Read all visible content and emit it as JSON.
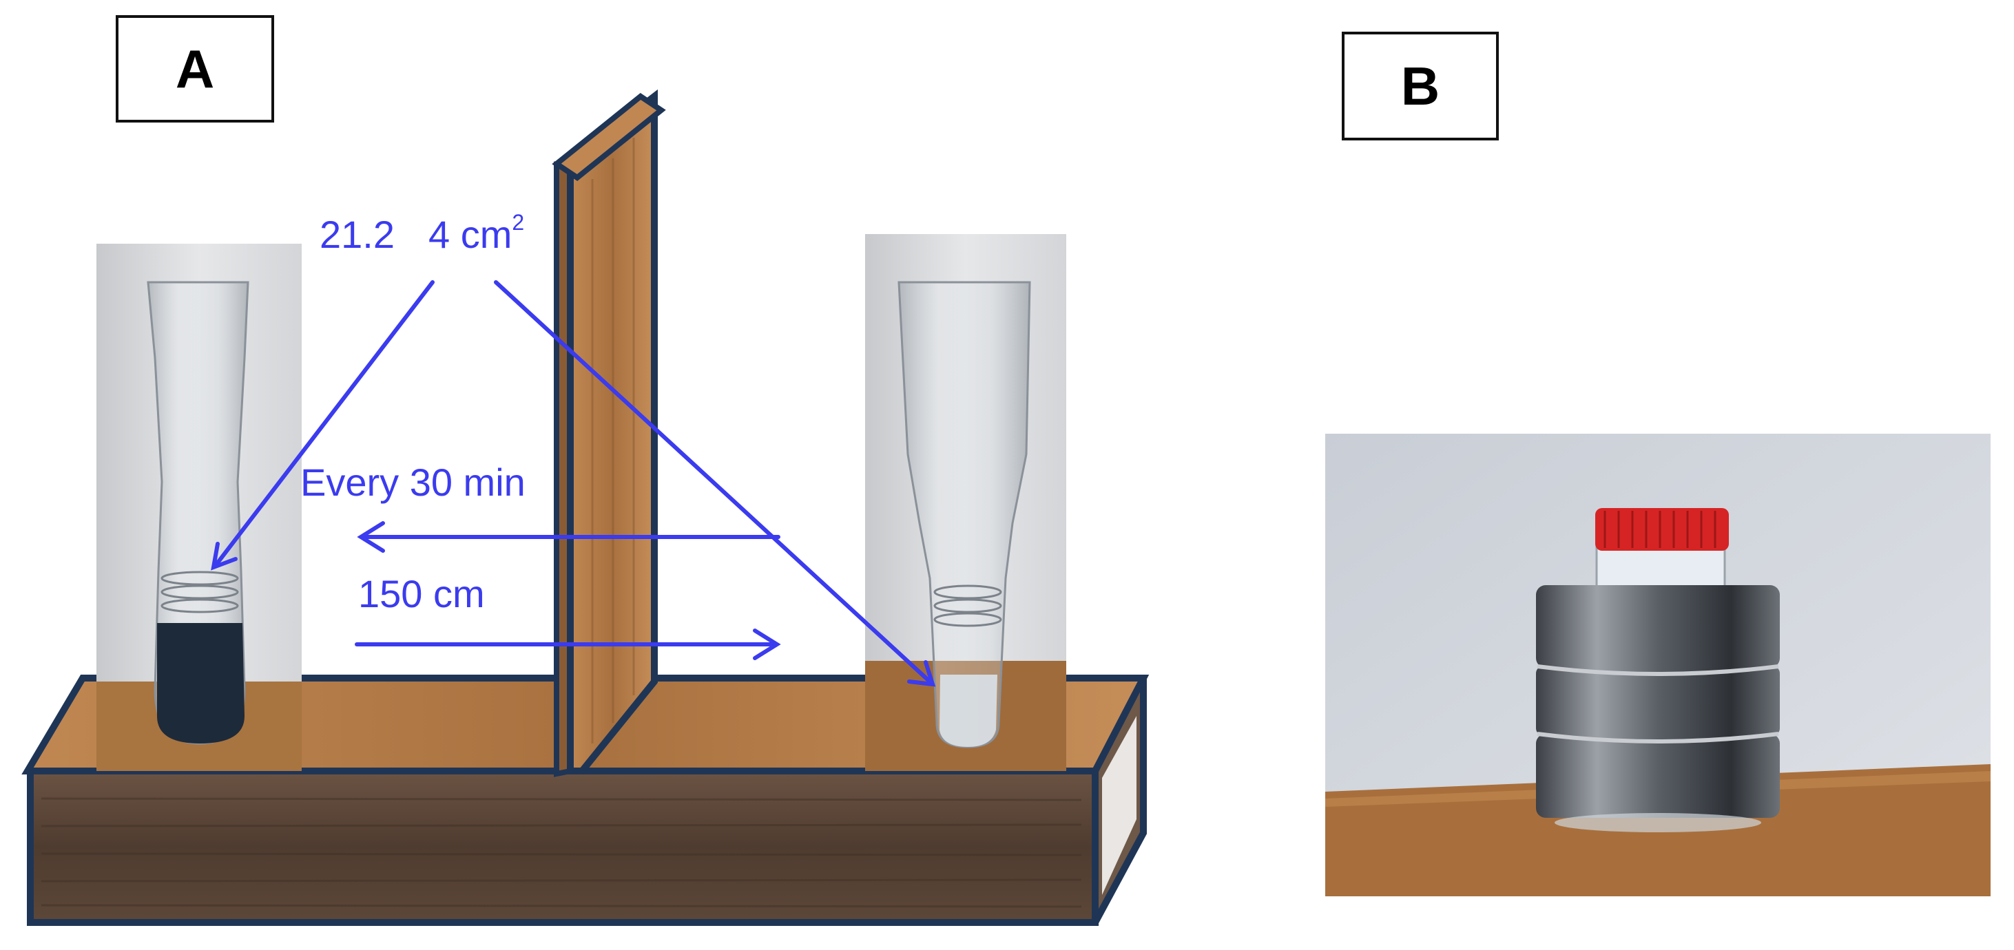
{
  "panels": {
    "a": {
      "label": "A"
    },
    "b": {
      "label": "B"
    }
  },
  "annotations": {
    "area_value": "21.2",
    "area_unit": "4 cm",
    "area_exponent": "2",
    "interval": "Every 30 min",
    "distance": "150 cm"
  },
  "colors": {
    "annotation": "#3b3bef",
    "wood": "#b07a47",
    "wood_dark": "#5a4536",
    "frame_edge": "#1f3556",
    "cap": "#d62424",
    "magnet": "#555a60",
    "dark_liquid": "#1d2a3a"
  }
}
